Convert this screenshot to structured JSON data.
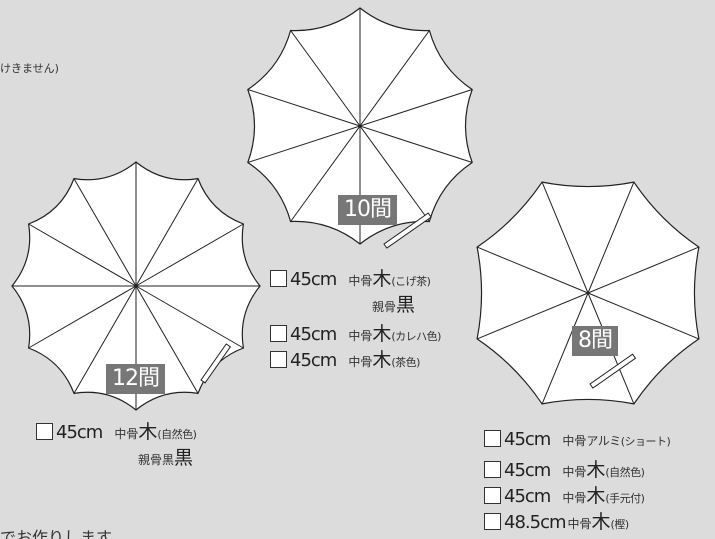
{
  "notes": {
    "top_fragment": "けきません)",
    "bottom_fragment": "でお作りします"
  },
  "umbrellas": {
    "ten": {
      "count_label": "10間",
      "panels": 10
    },
    "twelve": {
      "count_label": "12間",
      "panels": 12
    },
    "eight": {
      "count_label": "8間",
      "panels": 8
    }
  },
  "options_10": [
    {
      "size": "45cm",
      "rib": "中骨",
      "material": "木",
      "detail": "(こげ茶)"
    },
    {
      "size": "45cm",
      "rib": "中骨",
      "material": "木",
      "detail": "(カレハ色)"
    },
    {
      "size": "45cm",
      "rib": "中骨",
      "material": "木",
      "detail": "(茶色)"
    }
  ],
  "sub_10": {
    "label": "親骨",
    "value": "黒"
  },
  "options_12": [
    {
      "size": "45cm",
      "rib": "中骨",
      "material": "木",
      "detail": "(自然色)"
    }
  ],
  "sub_12": {
    "label": "親骨黒",
    "value": "黒"
  },
  "options_8": [
    {
      "size": "45cm",
      "rib": "中骨",
      "material": "アルミ",
      "detail": "(ショート)"
    },
    {
      "size": "45cm",
      "rib": "中骨",
      "material": "木",
      "detail": "(自然色)"
    },
    {
      "size": "45cm",
      "rib": "中骨",
      "material": "木",
      "detail": "(手元付)"
    },
    {
      "size": "48.5cm",
      "rib": "中骨",
      "material": "木",
      "detail": "(樫)"
    }
  ]
}
